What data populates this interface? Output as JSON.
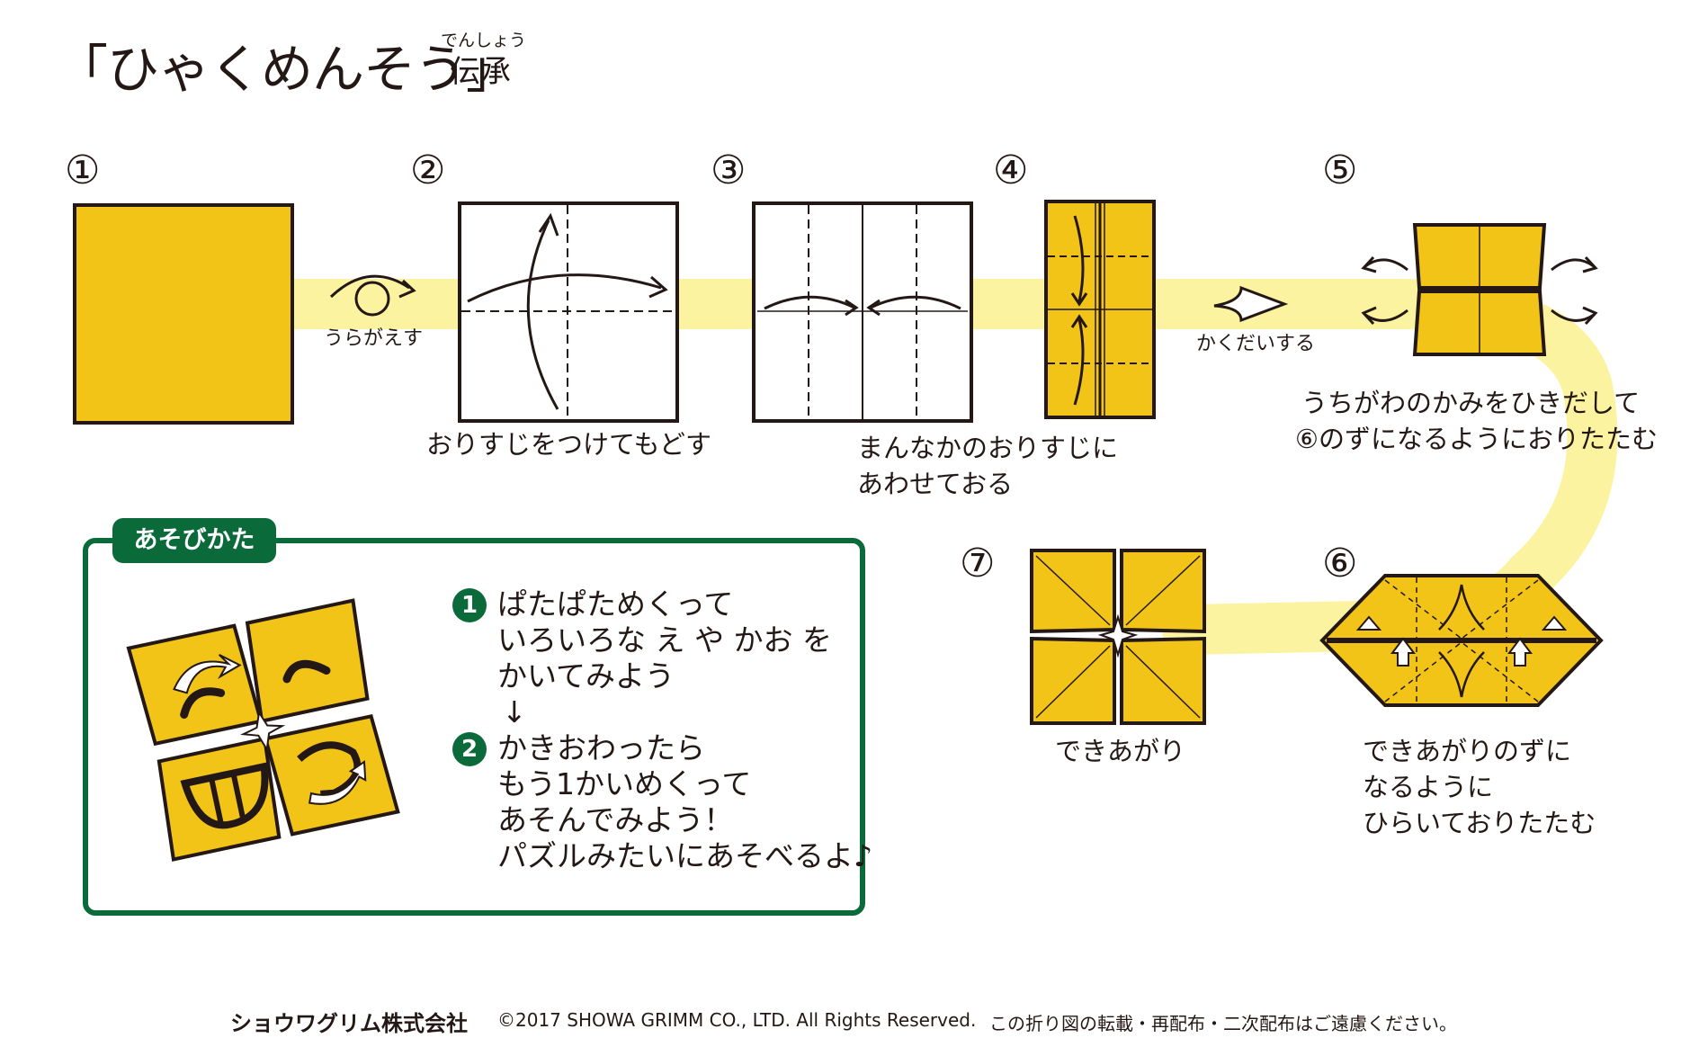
{
  "header": {
    "title": "「ひゃくめんそう」",
    "ruby": "でんしょう",
    "subtitle": "伝承"
  },
  "steps": [
    {
      "num": "①",
      "caption": ""
    },
    {
      "num": "②",
      "caption": "おりすじをつけてもどす"
    },
    {
      "num": "③",
      "caption_lines": [
        "まんなかのおりすじに",
        "あわせておる"
      ]
    },
    {
      "num": "④",
      "caption": ""
    },
    {
      "num": "⑤",
      "caption_lines": [
        "うちがわのかみをひきだして",
        "⑥のずになるようにおりたたむ"
      ]
    },
    {
      "num": "⑥",
      "caption_lines": [
        "できあがりのずに",
        "なるように",
        "ひらいておりたたむ"
      ]
    },
    {
      "num": "⑦",
      "caption": "できあがり"
    }
  ],
  "labels": {
    "turn_over": "うらがえす",
    "enlarge": "かくだいする"
  },
  "play": {
    "tag": "あそびかた",
    "step1_num": "1",
    "step1_lines": [
      "ぱたぱためくって",
      "いろいろな え や かお を",
      "かいてみよう"
    ],
    "arrow": "↓",
    "step2_num": "2",
    "step2_lines": [
      "かきおわったら",
      "もう1かいめくって",
      "あそんでみよう！",
      "パズルみたいにあそべるよ♪"
    ]
  },
  "footer": {
    "company": "ショウワグリム株式会社",
    "copyright": "©2017 SHOWA GRIMM CO., LTD. All Rights Reserved.",
    "notice": "この折り図の転載・再配布・二次配布はご遠慮ください。"
  },
  "colors": {
    "paper": "#f2c417",
    "band": "#fbf3a0",
    "green": "#0b6a3a",
    "ink": "#231815"
  }
}
